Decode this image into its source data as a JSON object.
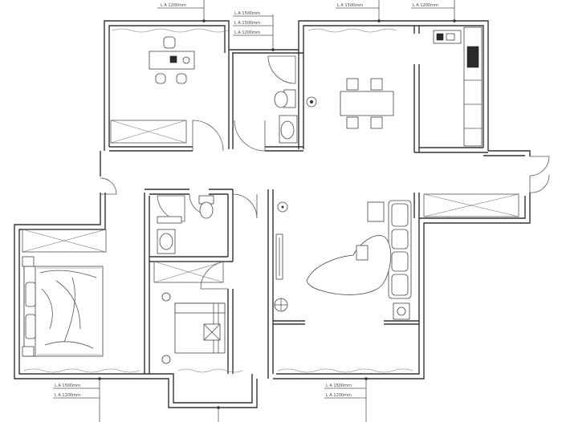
{
  "plan": {
    "labels_top": [
      {
        "key": "top-left",
        "text": "L A 1200mm"
      },
      {
        "key": "top-mid-1",
        "text": "L A 1500mm"
      },
      {
        "key": "top-mid-2",
        "text": "L A 1500mm"
      },
      {
        "key": "top-mid-3",
        "text": "L A 1200mm"
      },
      {
        "key": "top-center",
        "text": "L A 1500mm"
      },
      {
        "key": "top-right",
        "text": "L A 1200mm"
      }
    ],
    "labels_bottom": [
      {
        "key": "bottom-left-1",
        "text": "L A 1500mm"
      },
      {
        "key": "bottom-left-2",
        "text": "L A 1200mm"
      },
      {
        "key": "bottom-right-1",
        "text": "L A 1500mm"
      },
      {
        "key": "bottom-right-2",
        "text": "L A 1200mm"
      }
    ]
  }
}
